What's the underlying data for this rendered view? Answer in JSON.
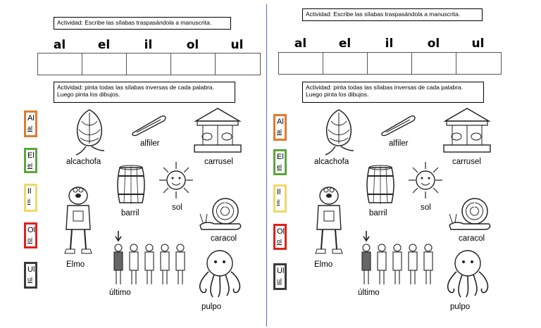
{
  "activity1": "Actividad: Escribe las sílabas traspasándola a manuscrita.",
  "activity2": "Actividad: pinta todas las sílabas inversas de cada palabra. Luego pinta los dibujos.",
  "syllables": [
    "al",
    "el",
    "il",
    "ol",
    "ul"
  ],
  "tags": [
    {
      "upper": "Al",
      "lower": "al",
      "color": "#e07a2e"
    },
    {
      "upper": "El",
      "lower": "el",
      "color": "#5aa63d"
    },
    {
      "upper": "Il",
      "lower": "il",
      "color": "#f0d76b"
    },
    {
      "upper": "Ol",
      "lower": "ol",
      "color": "#e0201c"
    },
    {
      "upper": "Ul",
      "lower": "ul",
      "color": "#3a3a3a"
    }
  ],
  "words": {
    "alcachofa": "alcachofa",
    "alfiler": "alfiler",
    "carrusel": "carrusel",
    "barril": "barril",
    "sol": "sol",
    "caracol": "caracol",
    "elmo": "Elmo",
    "ultimo": "último",
    "pulpo": "pulpo"
  },
  "icons": [
    "artichoke-icon",
    "safety-pin-icon",
    "carousel-icon",
    "barrel-icon",
    "sun-icon",
    "snail-icon",
    "elmo-icon",
    "people-row-icon",
    "octopus-icon"
  ]
}
